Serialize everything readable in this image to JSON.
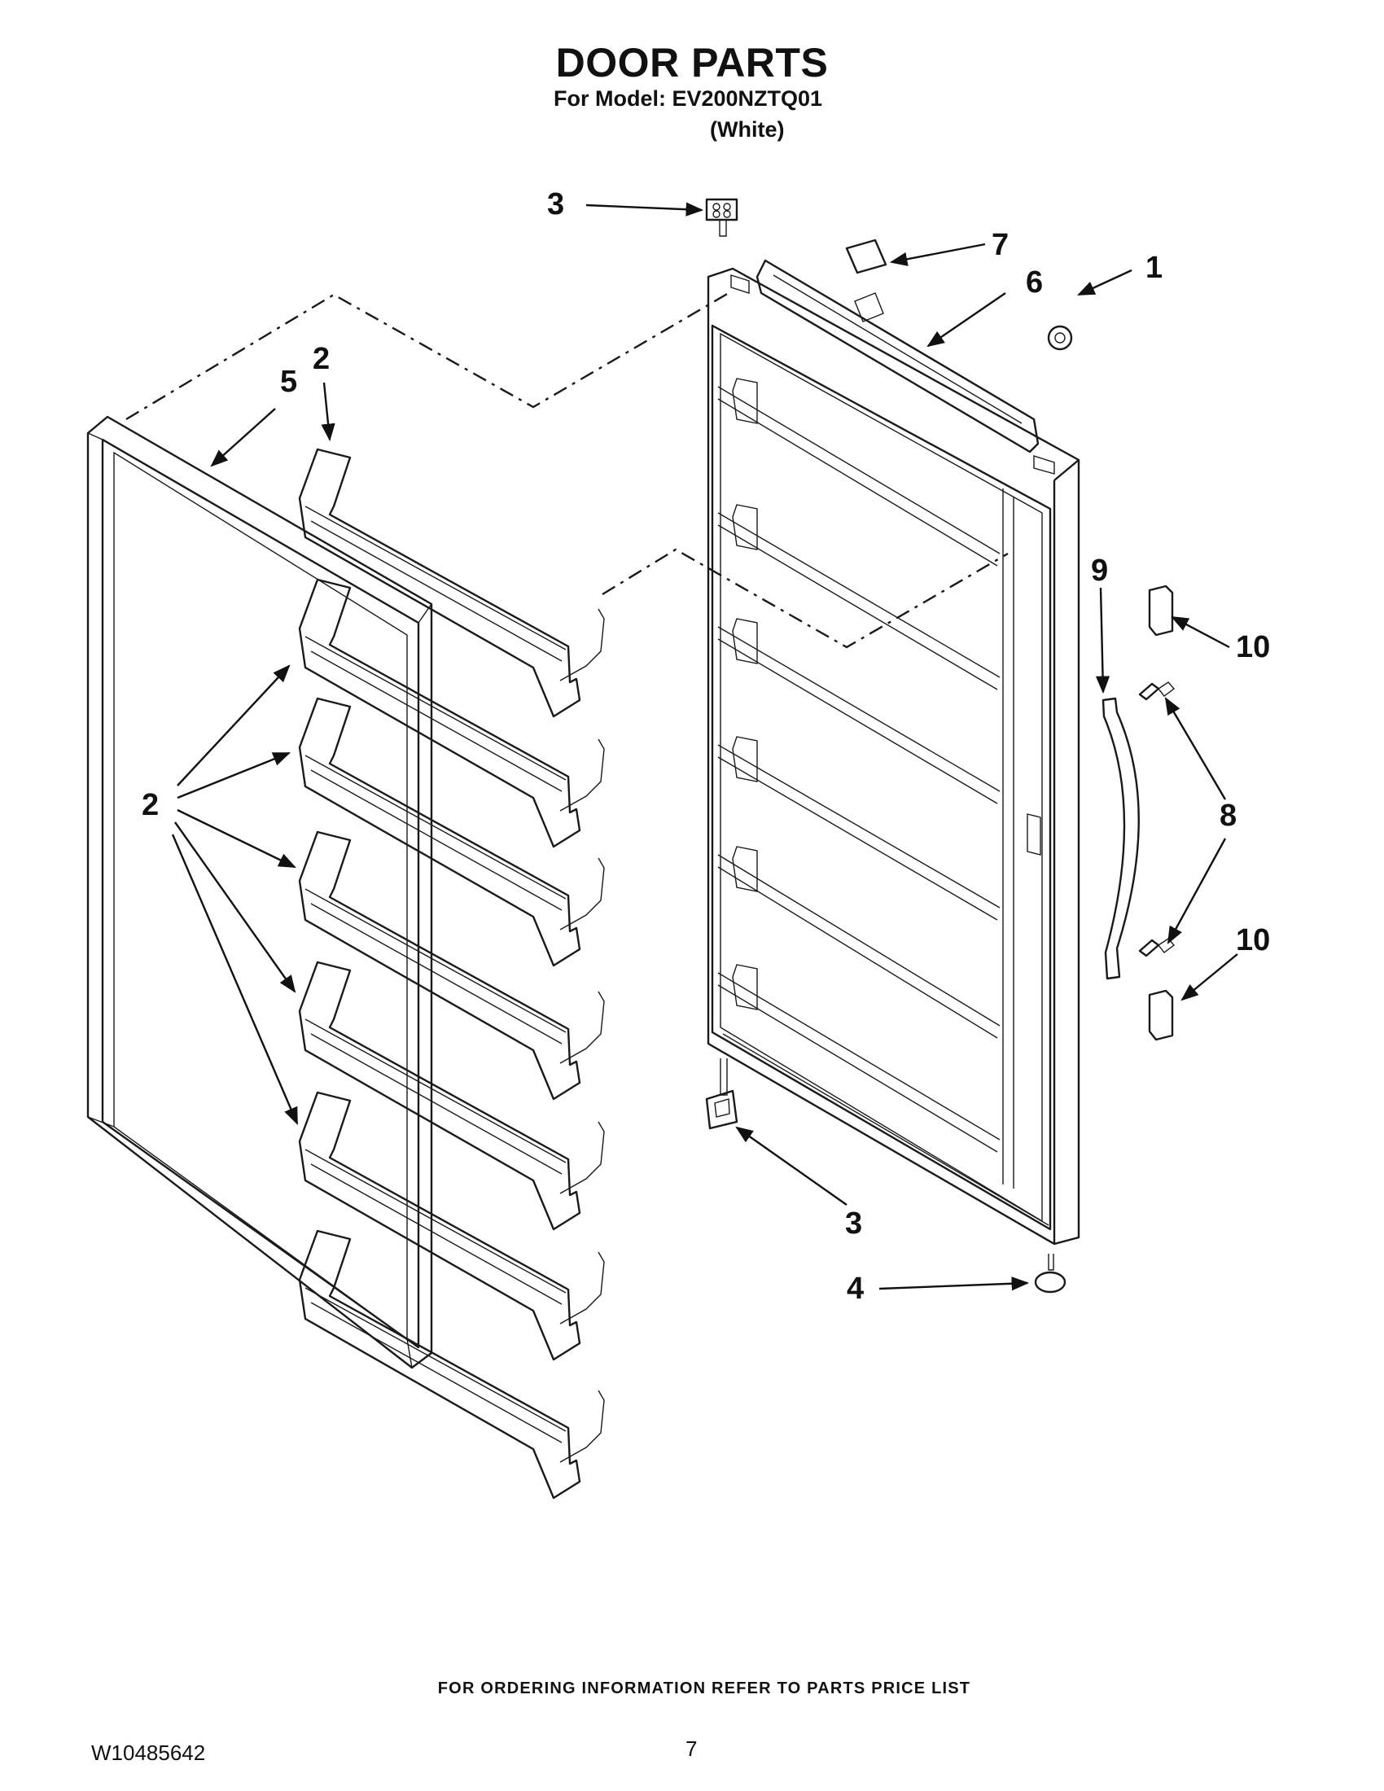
{
  "header": {
    "title": "DOOR PARTS",
    "model_line": "For Model: EV200NZTQ01",
    "variant": "(White)"
  },
  "callouts": [
    {
      "label": "3"
    },
    {
      "label": "7"
    },
    {
      "label": "6"
    },
    {
      "label": "1"
    },
    {
      "label": "2"
    },
    {
      "label": "5"
    },
    {
      "label": "9"
    },
    {
      "label": "10"
    },
    {
      "label": "2"
    },
    {
      "label": "8"
    },
    {
      "label": "10"
    },
    {
      "label": "3"
    },
    {
      "label": "4"
    }
  ],
  "footer": {
    "ordering_note": "FOR ORDERING INFORMATION REFER TO PARTS PRICE LIST",
    "document_number": "W10485642",
    "page_number": "7"
  }
}
